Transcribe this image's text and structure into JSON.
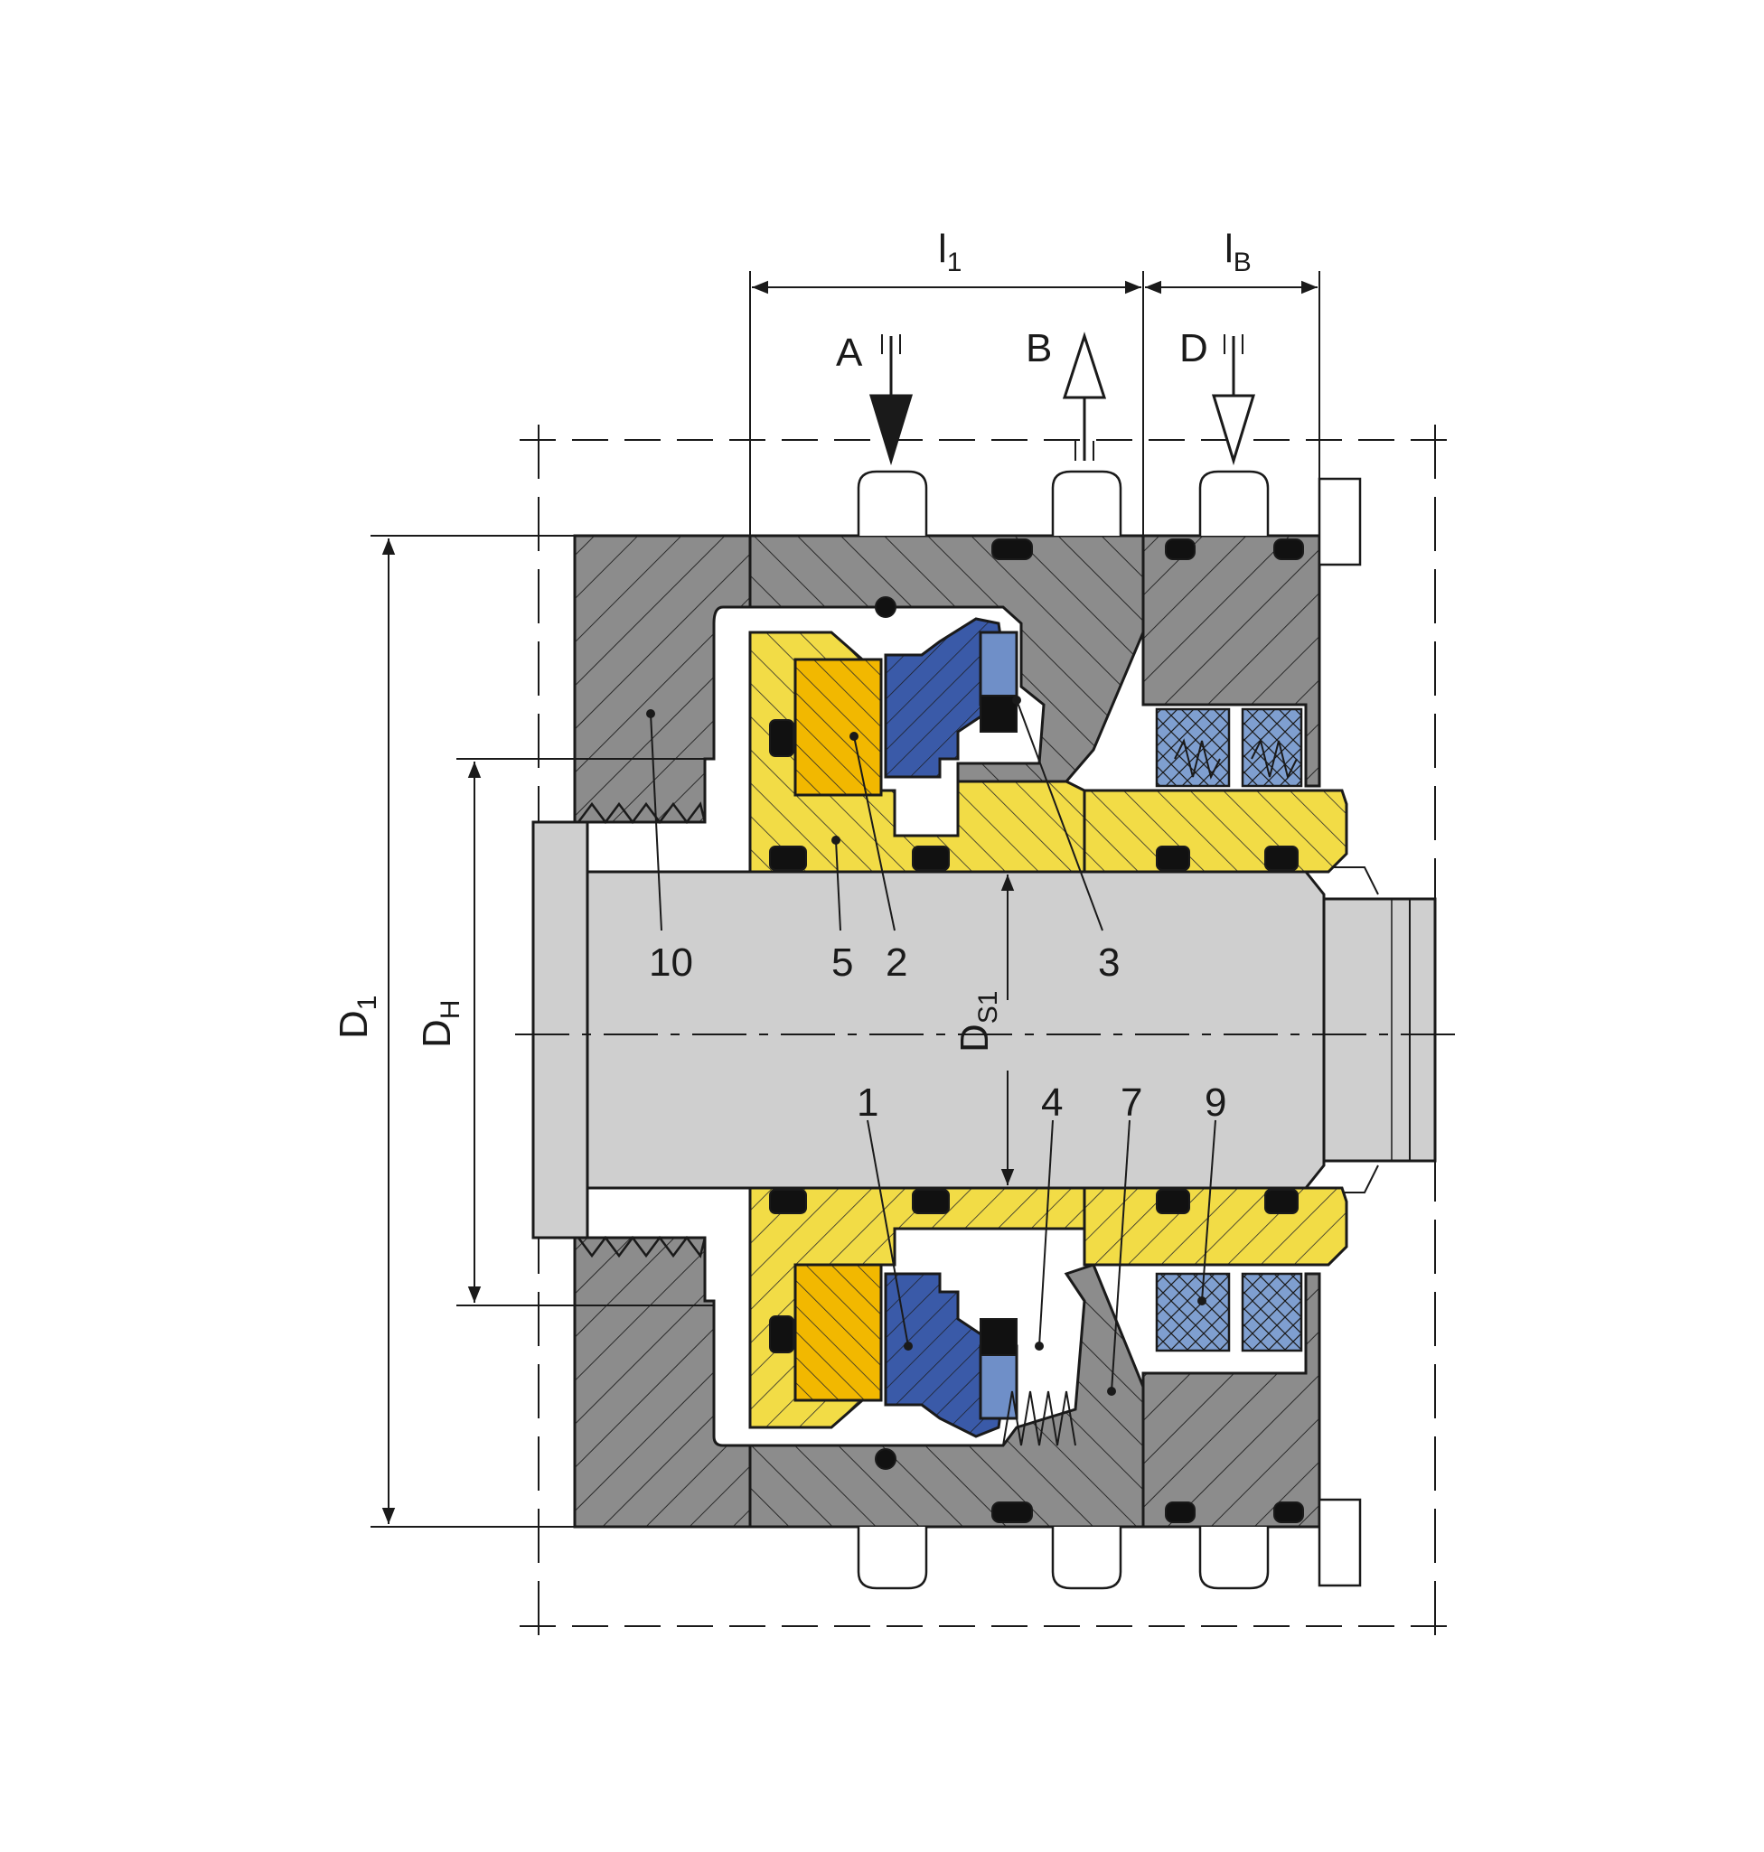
{
  "colors": {
    "housing": "#8c8c8c",
    "shaft": "#cfcfcf",
    "rotating_parts": "#f2dc46",
    "seat_face": "#f2b800",
    "seal_ring": "#3a5aa8",
    "secondary_ring": "#6f8fc8",
    "barrier_bush": "#7f9fd0",
    "line": "#1a1a1a"
  },
  "dimensions": {
    "l1": {
      "main": "l",
      "sub": "1"
    },
    "lB": {
      "main": "l",
      "sub": "B"
    },
    "D1": {
      "main": "D",
      "sub": "1"
    },
    "DH": {
      "main": "D",
      "sub": "H"
    },
    "DS1": {
      "main": "D",
      "sub": "S1"
    }
  },
  "ports": {
    "A": "A",
    "B": "B",
    "D": "D"
  },
  "parts": {
    "p1": "1",
    "p2": "2",
    "p3": "3",
    "p4": "4",
    "p5": "5",
    "p7": "7",
    "p9": "9",
    "p10": "10"
  }
}
